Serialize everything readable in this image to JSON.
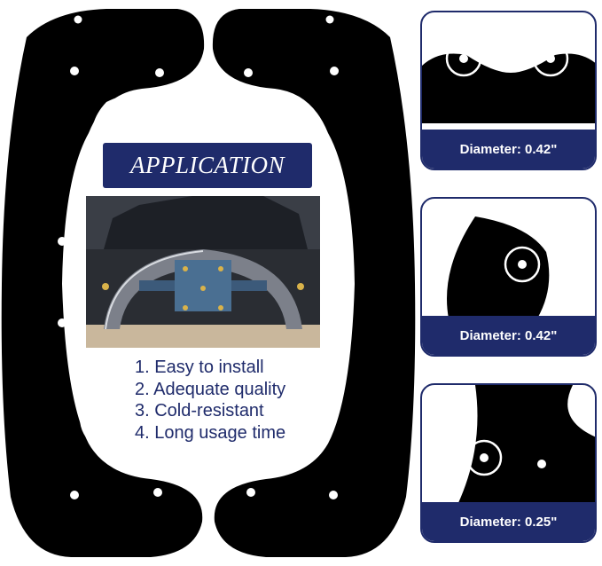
{
  "banner": {
    "title": "APPLICATION"
  },
  "features": [
    "1. Easy to install",
    "2. Adequate quality",
    "3. Cold-resistant",
    "4. Long usage time"
  ],
  "cards": [
    {
      "caption": "Diameter: 0.42\""
    },
    {
      "caption": "Diameter: 0.42\""
    },
    {
      "caption": "Diameter: 0.25\""
    }
  ],
  "colors": {
    "brand_navy": "#1f2b6b",
    "rubber_black": "#000000",
    "background": "#ffffff"
  },
  "watermark_icon": "registered-mark"
}
